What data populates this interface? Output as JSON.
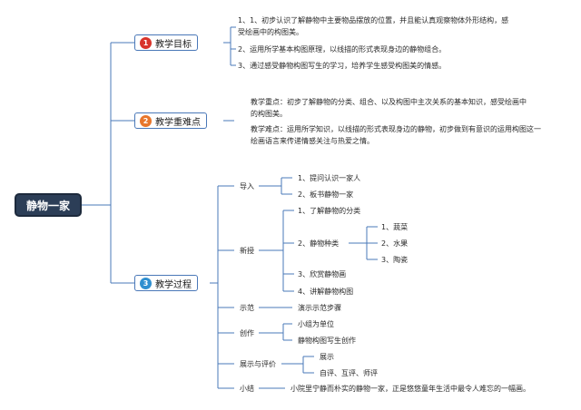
{
  "root": {
    "label": "静物一家"
  },
  "branches": [
    {
      "number": "1",
      "label": "教学目标",
      "color": "#d8332a",
      "items": [
        "1、1、初步认识了解静物中主要物品摆放的位置，并且能认真观察物体外形结构，感受绘画中的构图美。",
        "2、运用所学基本构图原理，以线描的形式表现身边的静物组合。",
        "3、通过感受静物构图写生的学习，培养学生感受构图美的情感。"
      ]
    },
    {
      "number": "2",
      "label": "教学重难点",
      "color": "#e8762b",
      "items": [
        "教学重点：初步了解静物的分类、组合、以及构图中主次关系的基本知识，感受绘画中的构图美。",
        "教学难点：运用所学知识，以线描的形式表现身边的静物，初步做到有意识的运用构图这一绘画语言来传递情感关注与热爱之情。"
      ]
    },
    {
      "number": "3",
      "label": "教学过程",
      "color": "#2f8fd0",
      "steps": [
        {
          "label": "导入",
          "items": [
            "1、提问认识一家人",
            "2、板书静物一家"
          ]
        },
        {
          "label": "新授",
          "items": [
            "1、了解静物的分类",
            "2、静物种类",
            "3、欣赏静物画",
            "4、讲解静物构图"
          ],
          "sub_items": [
            "1、蔬菜",
            "2、水果",
            "3、陶瓷"
          ]
        },
        {
          "label": "示范",
          "items": [
            "演示示范步骤"
          ]
        },
        {
          "label": "创作",
          "items": [
            "小组为单位",
            "静物构图写生创作"
          ]
        },
        {
          "label": "展示与评价",
          "items": [
            "展示",
            "自评、互评、师评"
          ]
        },
        {
          "label": "小结",
          "items": [
            "小院里宁静而朴实的静物一家，正是悠悠童年生活中最令人难忘的一幅画。"
          ]
        }
      ]
    }
  ]
}
